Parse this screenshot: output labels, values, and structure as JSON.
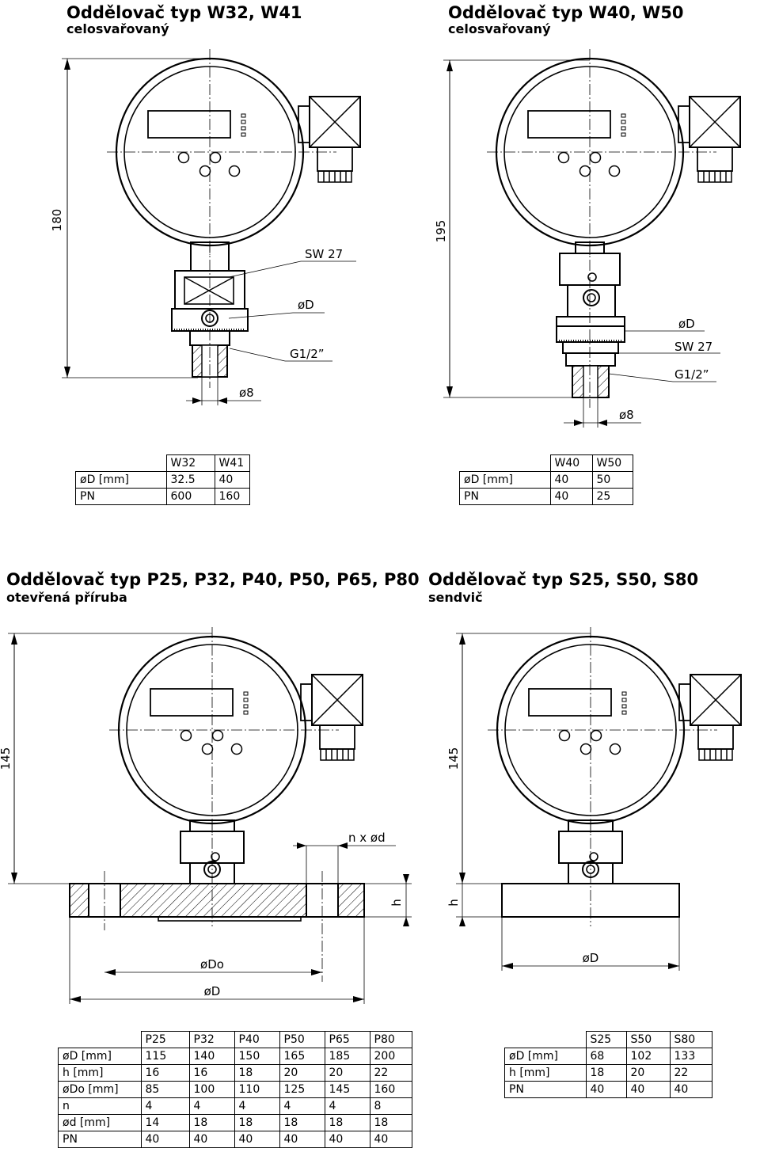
{
  "sections": {
    "w3241": {
      "title": "Oddělovač typ W32, W41",
      "subtitle": "celosvařovaný"
    },
    "w4050": {
      "title": "Oddělovač typ W40, W50",
      "subtitle": "celosvařovaný"
    },
    "p": {
      "title": "Oddělovač typ P25, P32, P40, P50, P65, P80",
      "subtitle": "otevřená příruba"
    },
    "s": {
      "title": "Oddělovač typ S25, S50, S80",
      "subtitle": "sendvič"
    }
  },
  "labels": {
    "w3241": {
      "height": "180",
      "sw": "SW 27",
      "od": "øD",
      "thread": "G1/2”",
      "bore": "ø8"
    },
    "w4050": {
      "height": "195",
      "od": "øD",
      "sw": "SW 27",
      "thread": "G1/2”",
      "bore": "ø8"
    },
    "p": {
      "height": "145",
      "holes": "n x ød",
      "h": "h",
      "do": "øDo",
      "od": "øD"
    },
    "s": {
      "height": "145",
      "h": "h",
      "od": "øD"
    }
  },
  "tables": {
    "w3241": {
      "header": [
        "W32",
        "W41"
      ],
      "rows": [
        {
          "label": "øD [mm]",
          "values": [
            "32.5",
            "40"
          ]
        },
        {
          "label": "PN",
          "values": [
            "600",
            "160"
          ]
        }
      ]
    },
    "w4050": {
      "header": [
        "W40",
        "W50"
      ],
      "rows": [
        {
          "label": "øD [mm]",
          "values": [
            "40",
            "50"
          ]
        },
        {
          "label": "PN",
          "values": [
            "40",
            "25"
          ]
        }
      ]
    },
    "p": {
      "header": [
        "P25",
        "P32",
        "P40",
        "P50",
        "P65",
        "P80"
      ],
      "rows": [
        {
          "label": "øD [mm]",
          "values": [
            "115",
            "140",
            "150",
            "165",
            "185",
            "200"
          ]
        },
        {
          "label": "h [mm]",
          "values": [
            "16",
            "16",
            "18",
            "20",
            "20",
            "22"
          ]
        },
        {
          "label": "øDo [mm]",
          "values": [
            "85",
            "100",
            "110",
            "125",
            "145",
            "160"
          ]
        },
        {
          "label": "n",
          "values": [
            "4",
            "4",
            "4",
            "4",
            "4",
            "8"
          ]
        },
        {
          "label": "ød [mm]",
          "values": [
            "14",
            "18",
            "18",
            "18",
            "18",
            "18"
          ]
        },
        {
          "label": "PN",
          "values": [
            "40",
            "40",
            "40",
            "40",
            "40",
            "40"
          ]
        }
      ]
    },
    "s": {
      "header": [
        "S25",
        "S50",
        "S80"
      ],
      "rows": [
        {
          "label": "øD [mm]",
          "values": [
            "68",
            "102",
            "133"
          ]
        },
        {
          "label": "h [mm]",
          "values": [
            "18",
            "20",
            "22"
          ]
        },
        {
          "label": "PN",
          "values": [
            "40",
            "40",
            "40"
          ]
        }
      ]
    }
  }
}
